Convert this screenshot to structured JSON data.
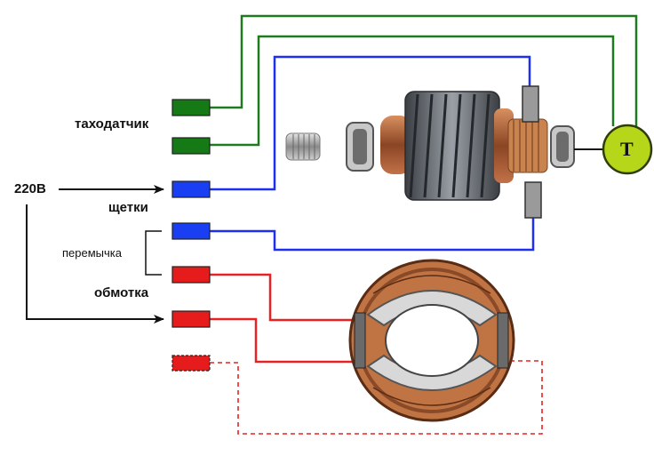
{
  "labels": {
    "tachogenerator": "таходатчик",
    "brushes": "щетки",
    "jumper": "перемычка",
    "winding": "обмотка",
    "supply": "220В",
    "tacho_symbol": "T"
  },
  "icons": {
    "rotor": "motor-rotor-armature-icon",
    "stator": "motor-stator-icon",
    "tacho_sensor": "tachometer-sensor-icon"
  },
  "colors": {
    "tacho_wire": "#1f7a1f",
    "brush_wire": "#1d2ff0",
    "winding_wire": "#e82222",
    "tacho_fill": "#b6d61a",
    "terminal_tacho": "#157a15",
    "terminal_brush": "#1a3ff2",
    "terminal_winding": "#e61c1c",
    "brush_block": "#9a9a9a",
    "arrow": "#111111"
  }
}
